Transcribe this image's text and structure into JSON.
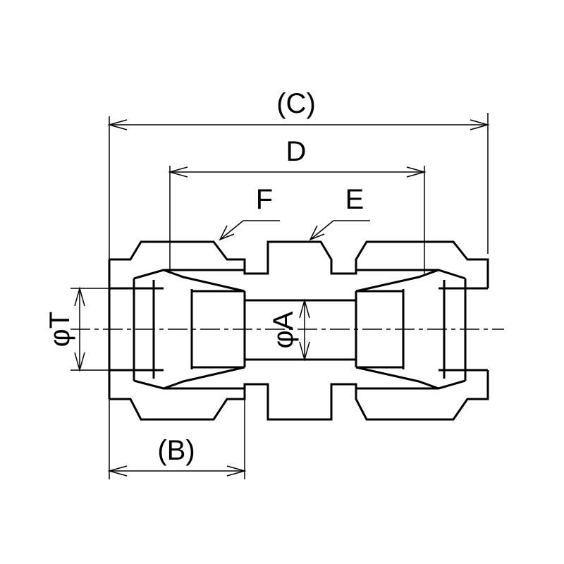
{
  "dimensions": {
    "overall_length": "(C)",
    "body_length": "D",
    "nut_length": "(B)",
    "bore_diameter": "φA",
    "tube_diameter": "φT"
  },
  "callouts": {
    "nut": "F",
    "body": "E"
  }
}
